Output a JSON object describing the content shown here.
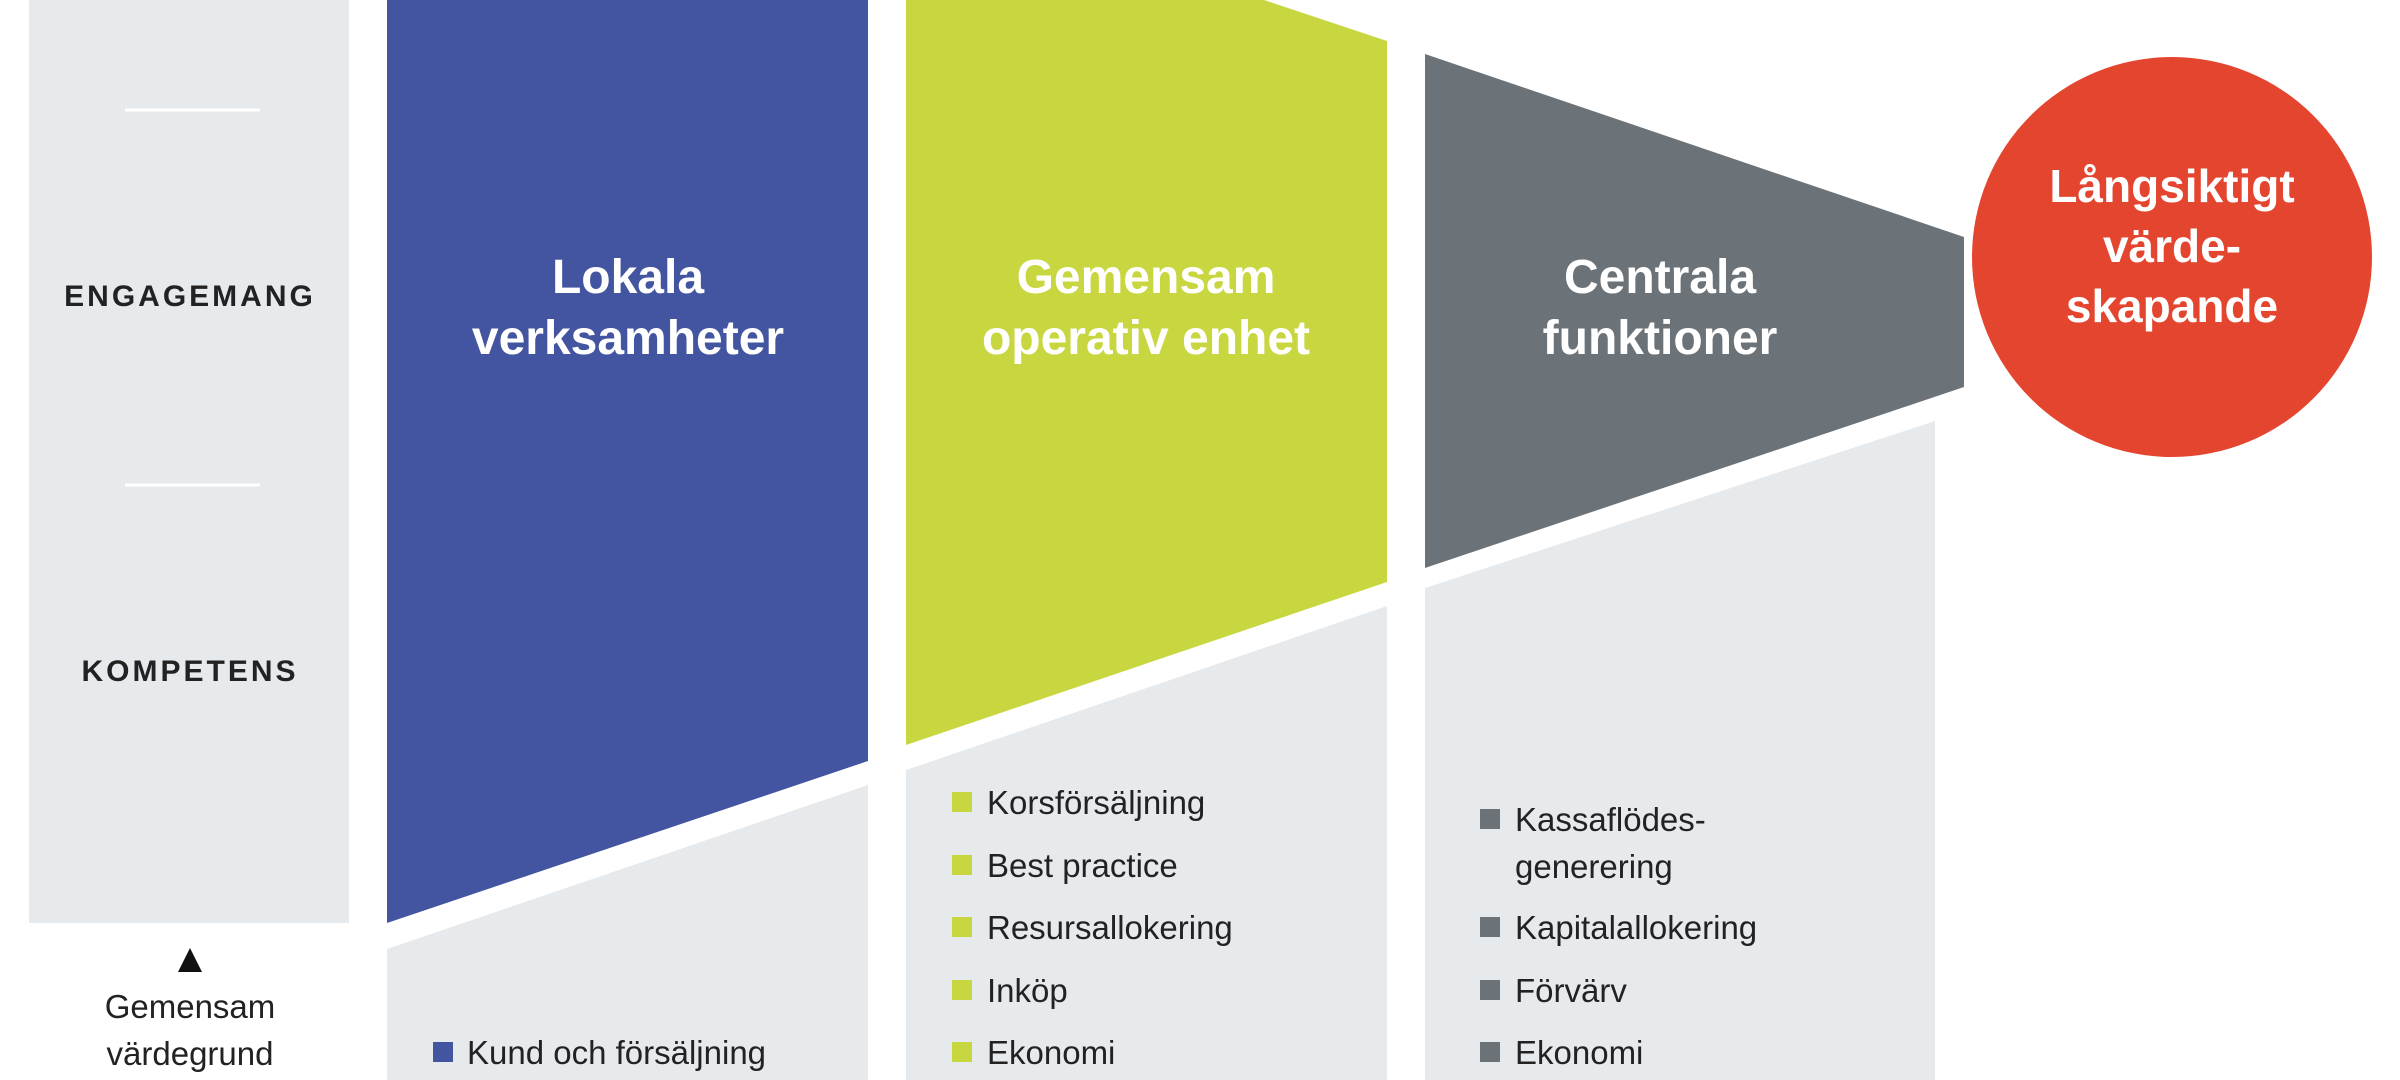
{
  "colors": {
    "blue": "#4355a0",
    "green": "#c8d640",
    "dark_gray": "#6c7378",
    "light_gray": "#e7eaed",
    "red": "#e4452f"
  },
  "side_labels": [
    "ENGAGEMANG",
    "KOMPETENS"
  ],
  "base": {
    "line1": "Gemensam",
    "line2": "värdegrund"
  },
  "columns": [
    {
      "title1": "Lokala",
      "title2": "verksamheter",
      "items": [
        "Kund och försäljning"
      ]
    },
    {
      "title1": "Gemensam",
      "title2": "operativ enhet",
      "items": [
        "Korsförsäljning",
        "Best practice",
        "Resursallokering",
        "Inköp",
        "Ekonomi"
      ]
    },
    {
      "title1": "Centrala",
      "title2": "funktioner",
      "items": [
        "Kassaflödes-",
        "generering",
        "Kapitalallokering",
        "Förvärv",
        "Ekonomi"
      ]
    }
  ],
  "goal": {
    "line1": "Långsiktigt",
    "line2": "värde-",
    "line3": "skapande"
  }
}
